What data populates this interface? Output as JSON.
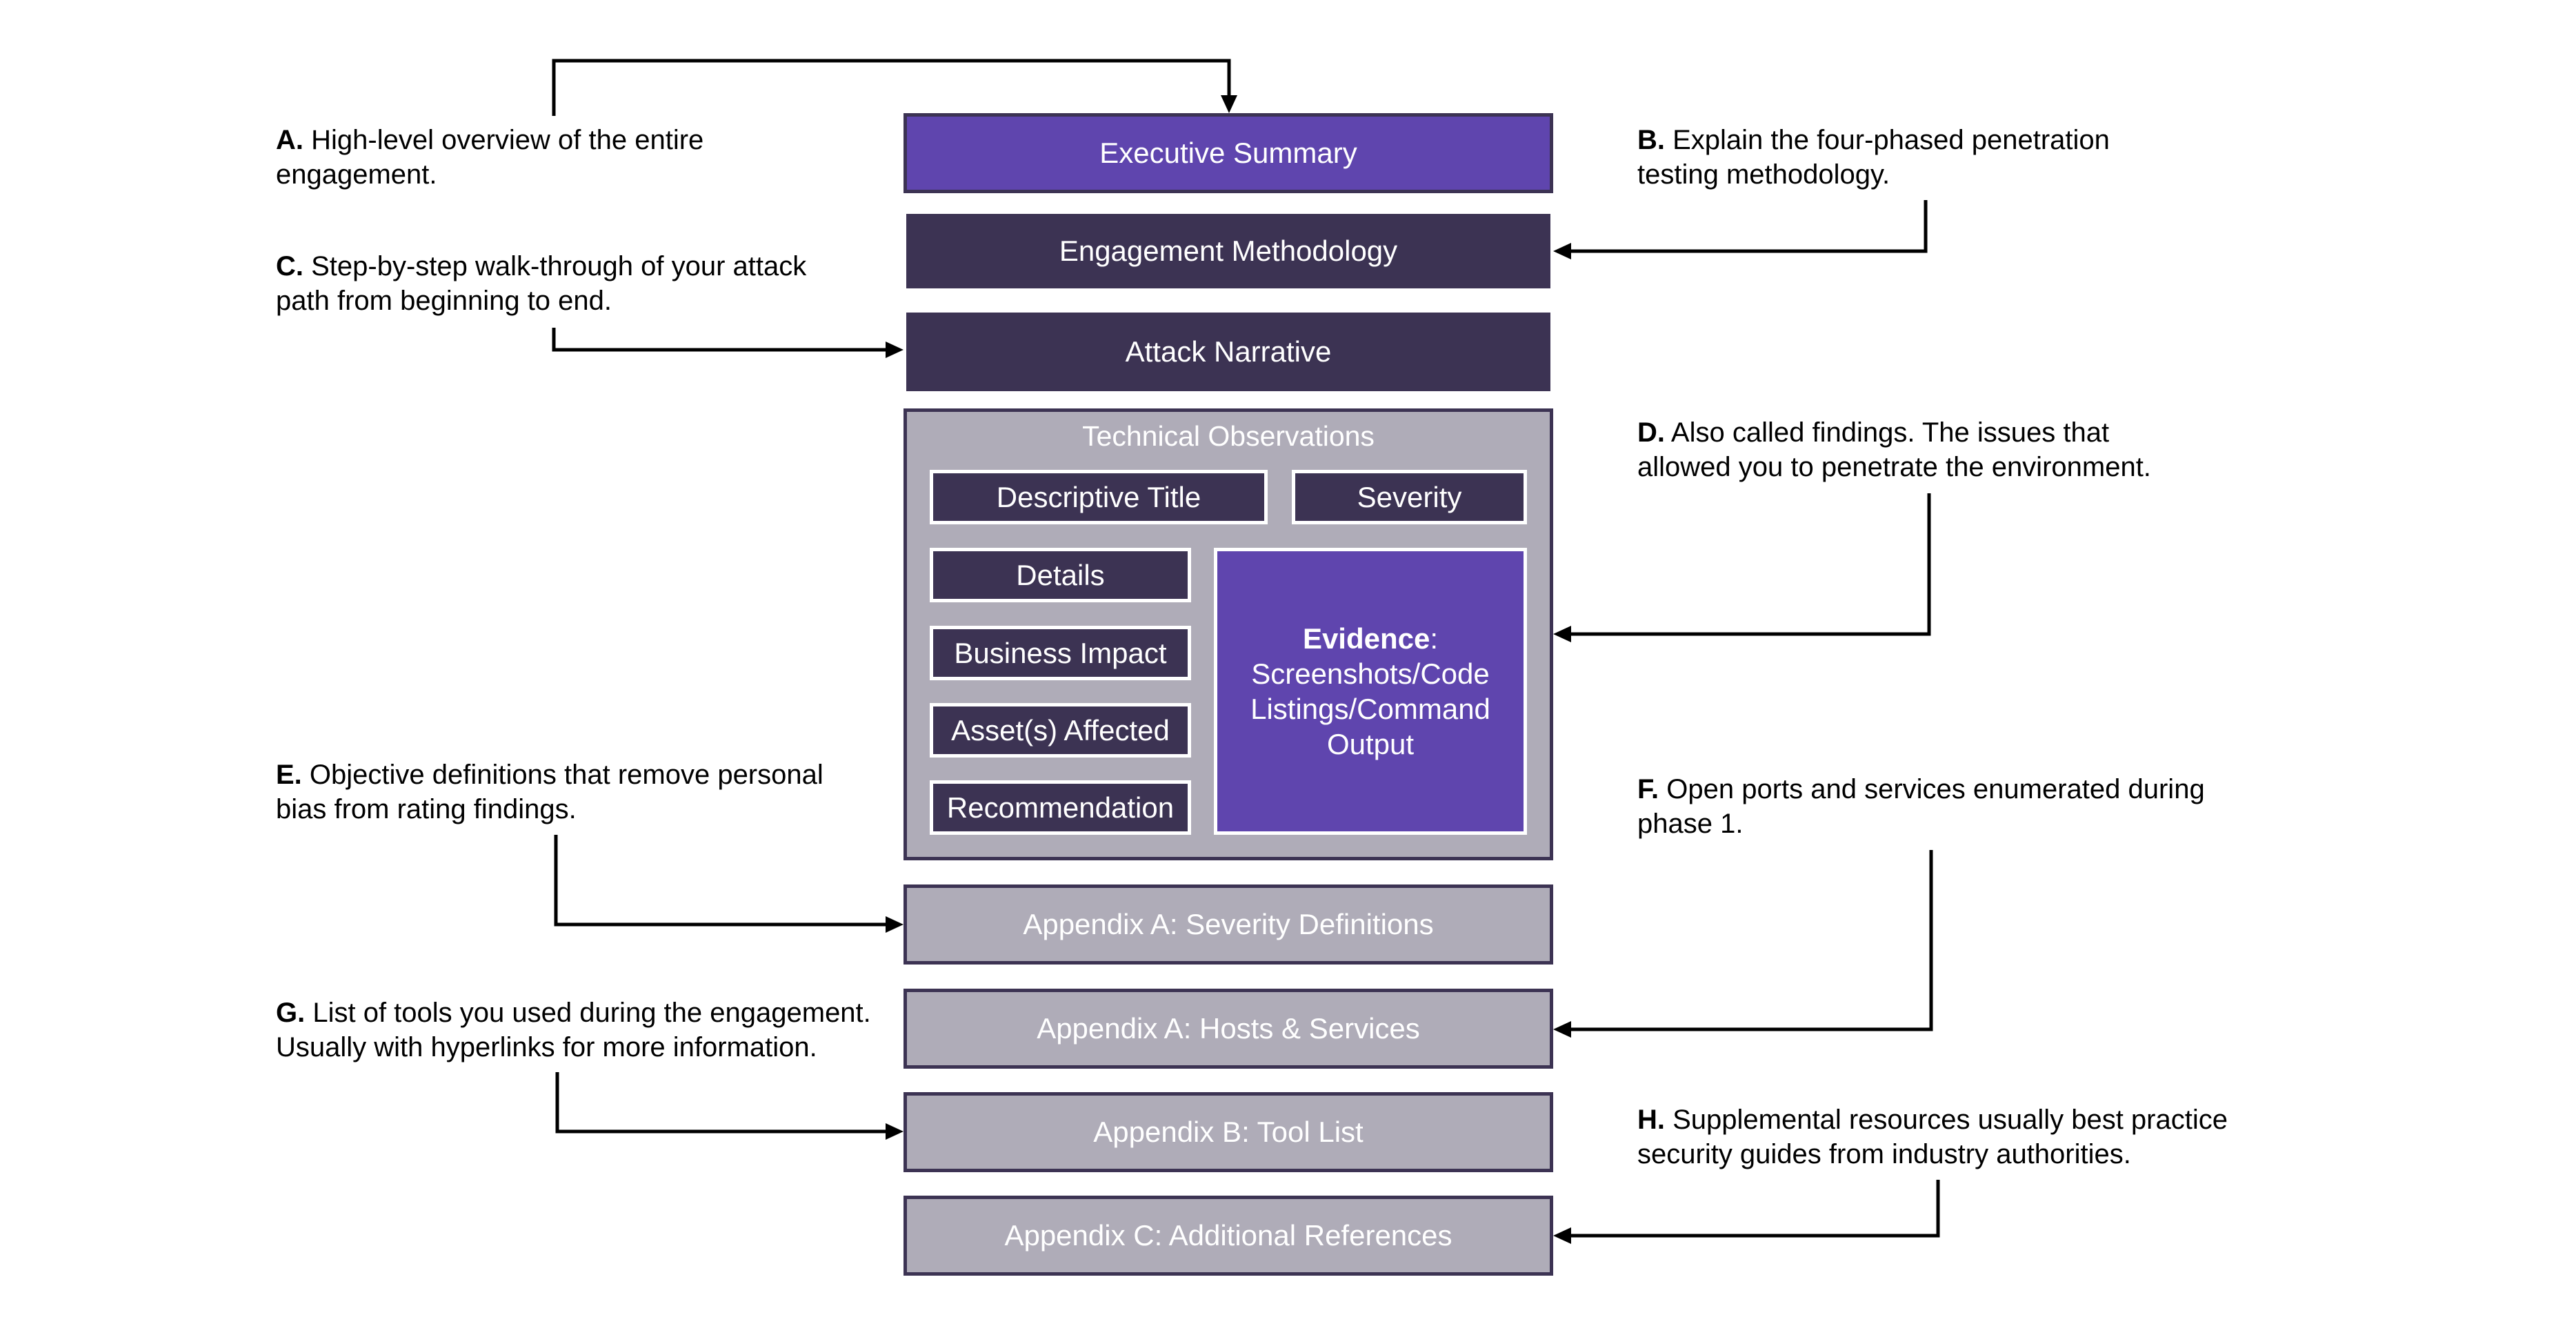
{
  "sections": {
    "executive_summary": "Executive Summary",
    "engagement_methodology": "Engagement Methodology",
    "attack_narrative": "Attack Narrative",
    "technical_observations": {
      "title": "Technical Observations",
      "descriptive_title": "Descriptive Title",
      "severity": "Severity",
      "details": "Details",
      "business_impact": "Business Impact",
      "assets_affected": "Asset(s) Affected",
      "recommendation": "Recommendation",
      "evidence_label": "Evidence",
      "evidence_colon": ":",
      "evidence_text_1": "Screenshots/Code",
      "evidence_text_2": "Listings/Command",
      "evidence_text_3": "Output"
    },
    "appendix_severity": "Appendix A: Severity Definitions",
    "appendix_hosts": "Appendix A: Hosts & Services",
    "appendix_tools": "Appendix B: Tool List",
    "appendix_references": "Appendix C: Additional References"
  },
  "annotations": {
    "a": {
      "letter": "A.",
      "line1": " High-level overview of the entire",
      "line2": "engagement."
    },
    "b": {
      "letter": "B.",
      "line1": " Explain the four-phased penetration",
      "line2": "testing methodology."
    },
    "c": {
      "letter": "C.",
      "line1": " Step-by-step walk-through of your attack",
      "line2": "path from beginning to end."
    },
    "d": {
      "letter": "D.",
      "line1": " Also called findings.  The issues that",
      "line2": "allowed you to penetrate the environment."
    },
    "e": {
      "letter": "E.",
      "line1": " Objective definitions that remove personal",
      "line2": "bias from rating findings."
    },
    "f": {
      "letter": "F.",
      "line1": " Open ports and services enumerated during",
      "line2": "phase 1."
    },
    "g": {
      "letter": "G.",
      "line1": " List of tools you used during the engagement.",
      "line2": "Usually with hyperlinks for more information."
    },
    "h": {
      "letter": "H.",
      "line1": " Supplemental resources usually best practice",
      "line2": "security guides from industry authorities."
    }
  },
  "colors": {
    "accent_purple": "#5f45ae",
    "dark_purple": "#3c3353",
    "appendix_gray": "#afacb8"
  }
}
